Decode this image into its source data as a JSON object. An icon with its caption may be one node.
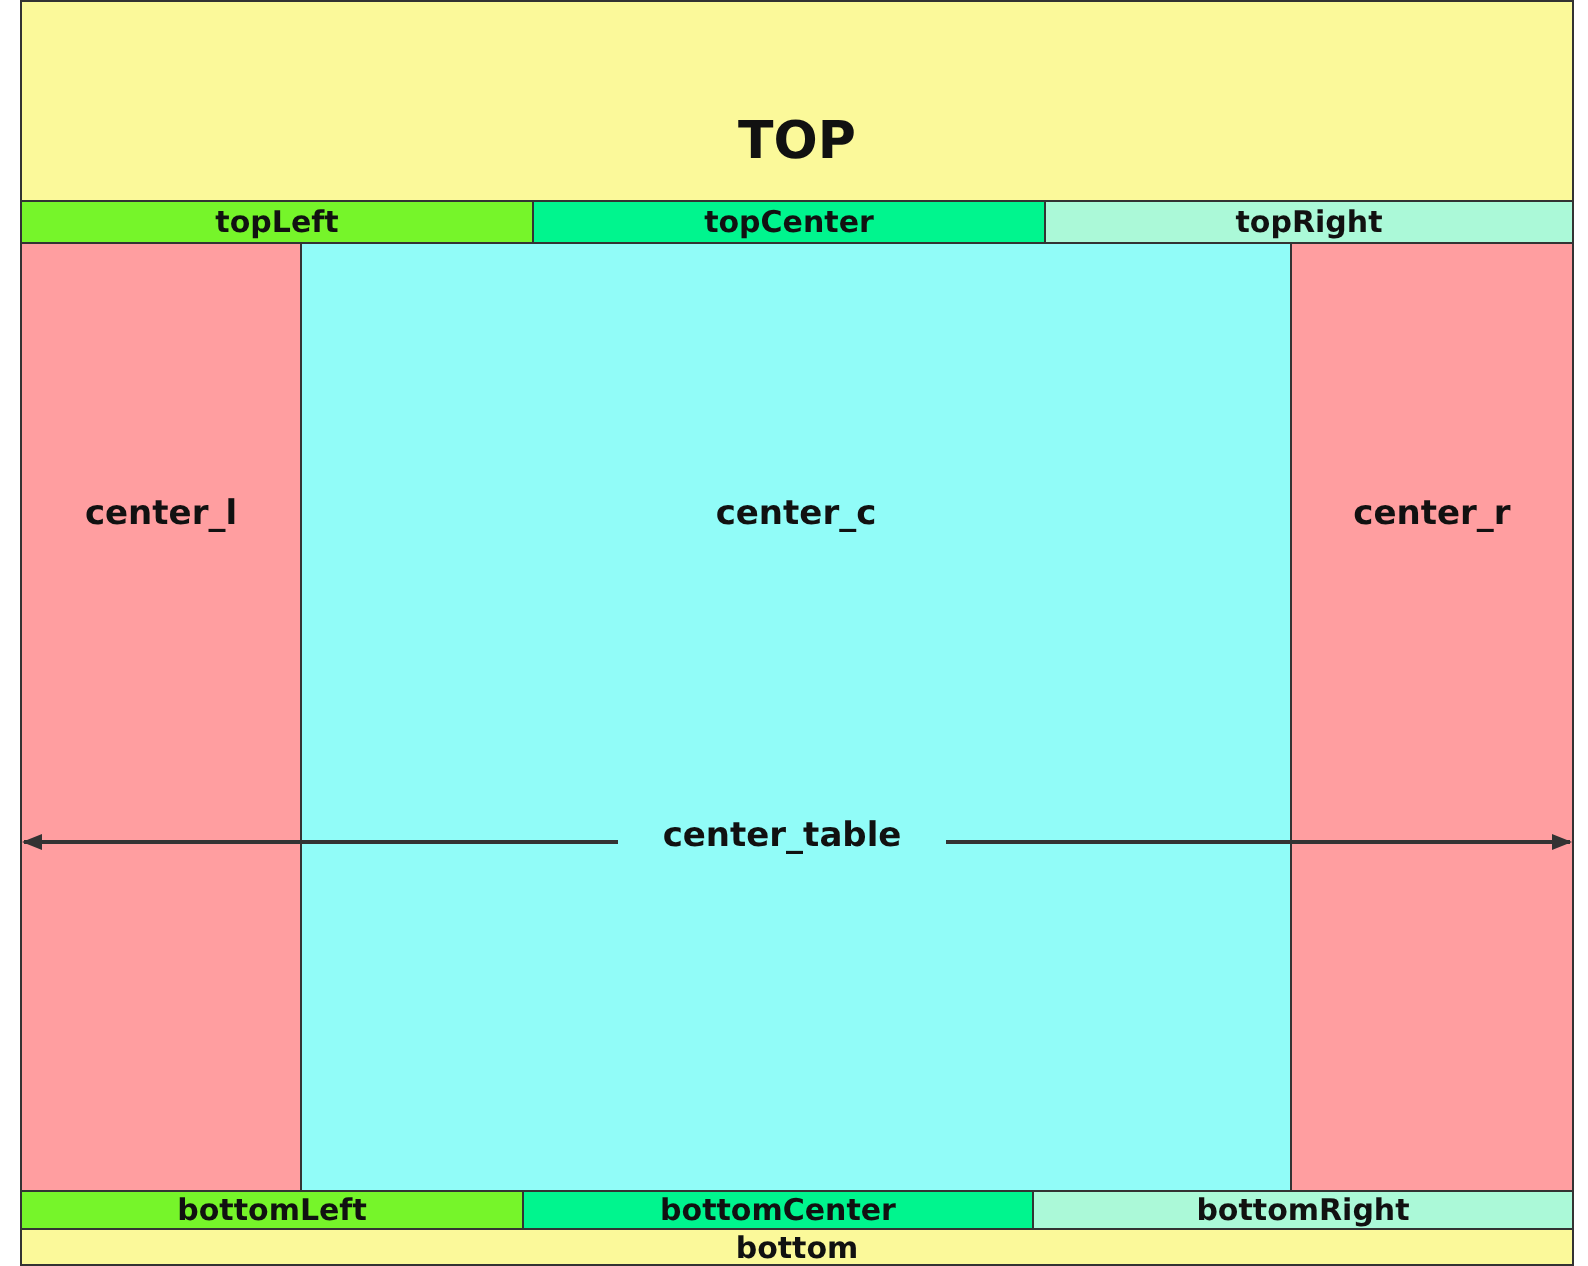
{
  "diagram": {
    "nodes": [
      {
        "text": [
          "TOP"
        ]
      },
      {
        "text": [
          "topLeft"
        ]
      },
      {
        "text": [
          "topCenter"
        ]
      },
      {
        "text": [
          "topRight"
        ]
      },
      {
        "text": [
          "center_l"
        ]
      },
      {
        "text": [
          "center_c"
        ]
      },
      {
        "text": [
          "center_r"
        ]
      },
      {
        "text": [
          "bottomLeft"
        ]
      },
      {
        "text": [
          "bottomCenter"
        ]
      },
      {
        "text": [
          "bottomRight"
        ]
      },
      {
        "text": [
          "bottom"
        ]
      },
      {
        "text": [
          "center_table"
        ],
        "in": 5
      }
    ],
    "edges": [
      {
        "from": 11,
        "to": 4,
        "arrow": "to"
      },
      {
        "from": 11,
        "to": 6,
        "arrow": "to"
      }
    ]
  }
}
